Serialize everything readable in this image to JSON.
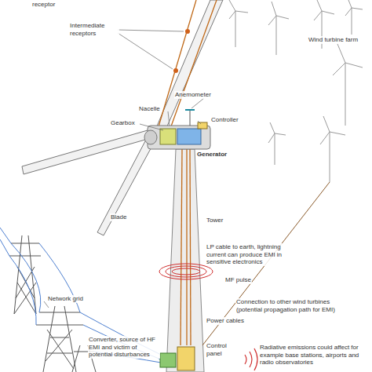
{
  "diagram": {
    "labels": [
      "receptor",
      "Intermediate receptors",
      "Wind turbine farm",
      "Anemometer",
      "Nacelle",
      "Gearbox",
      "Controller",
      "Generator",
      "Blade",
      "Tower",
      "LP cable to earth, lightning current can produce EMI in sensitive electronics",
      "MF pulse",
      "Connection to other wind turbines (potential propagation path for EMI)",
      "Power cables",
      "Network grid",
      "Converter, source of HF EMI and victim of potential disturbances",
      "Control panel",
      "Radiative emissions could affect for example base stations, airports and radio observatories"
    ]
  }
}
